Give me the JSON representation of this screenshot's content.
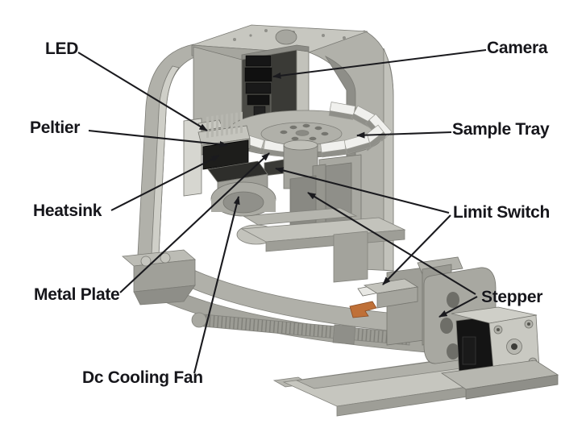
{
  "diagram": {
    "kind": "annotated-cad-assembly",
    "callouts": [
      {
        "id": "led",
        "text": "LED",
        "side": "left",
        "leader_count": 1
      },
      {
        "id": "peltier",
        "text": "Peltier",
        "side": "left",
        "leader_count": 1
      },
      {
        "id": "heatsink",
        "text": "Heatsink",
        "side": "left",
        "leader_count": 1
      },
      {
        "id": "metal-plate",
        "text": "Metal Plate",
        "side": "left",
        "leader_count": 1
      },
      {
        "id": "dc-cooling-fan",
        "text": "Dc Cooling Fan",
        "side": "bottom-left",
        "leader_count": 1
      },
      {
        "id": "camera",
        "text": "Camera",
        "side": "right",
        "leader_count": 1
      },
      {
        "id": "sample-tray",
        "text": "Sample Tray",
        "side": "right",
        "leader_count": 1
      },
      {
        "id": "limit-switch",
        "text": "Limit Switch",
        "side": "right",
        "leader_count": 2
      },
      {
        "id": "stepper",
        "text": "Stepper",
        "side": "right",
        "leader_count": 2
      }
    ],
    "colors": {
      "background": "#ffffff",
      "annotation": "#1a1a1e",
      "body_light": "#c9c9c2",
      "body_mid": "#b1b1aa",
      "body_dark": "#8f8f89",
      "body_shadow": "#6e6e68",
      "component_black": "#1a1a18",
      "tray_slot_white": "#f0f0ed",
      "limit_switch_accent": "#bf7038"
    }
  }
}
